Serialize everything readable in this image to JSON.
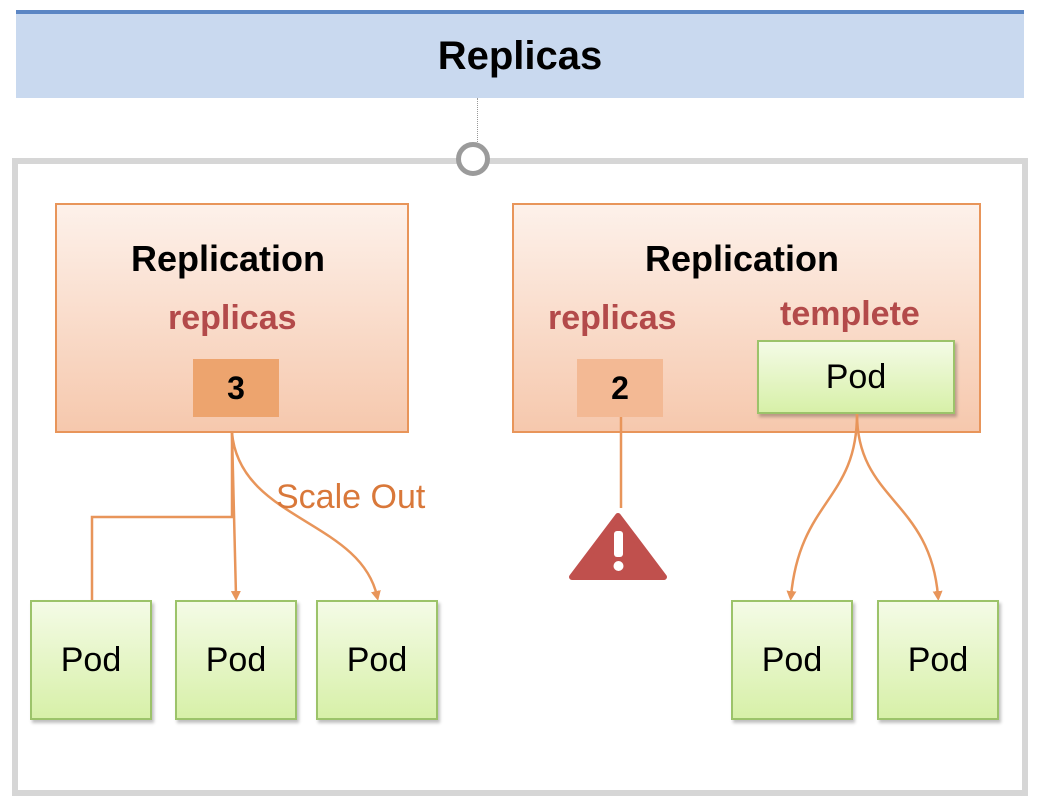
{
  "title": "Replicas",
  "left": {
    "title": "Replication",
    "replicas_label": "replicas",
    "replicas_value": "3",
    "arrow_label": "Scale Out",
    "pods": [
      "Pod",
      "Pod",
      "Pod"
    ]
  },
  "right": {
    "title": "Replication",
    "replicas_label": "replicas",
    "replicas_value": "2",
    "template_label": "templete",
    "template_pod": "Pod",
    "pods": [
      "Pod",
      "Pod"
    ]
  },
  "colors": {
    "title_bar": "#c9d9ef",
    "replication_border": "#e8955a",
    "label_red": "#b34a4a",
    "pod_border": "#9cc36a",
    "arrow_orange": "#e8955a",
    "warning_red": "#c0504d"
  },
  "icons": {
    "warning": "warning-triangle-icon"
  }
}
